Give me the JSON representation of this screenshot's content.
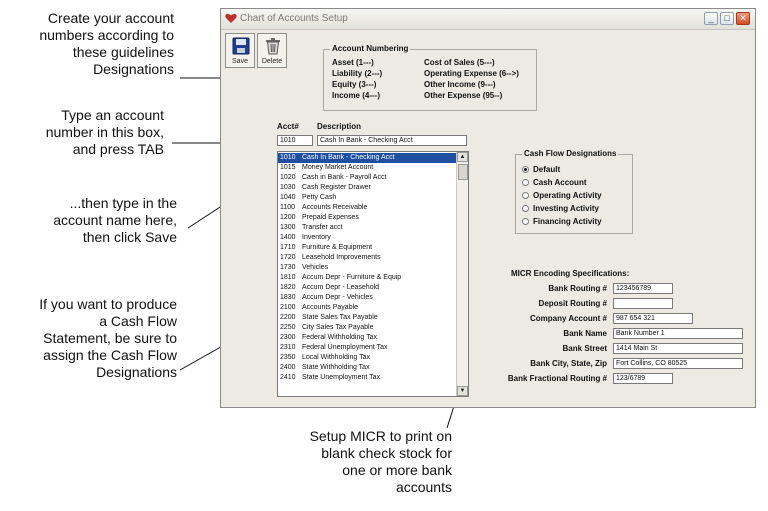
{
  "annotations": {
    "guidelines": [
      "Create your account",
      "numbers according to",
      "these guidelines",
      "Designations"
    ],
    "type_account": [
      "Type an account",
      "number in this box,",
      "and press TAB"
    ],
    "type_name": [
      "...then type in the",
      "account name here,",
      "then click Save"
    ],
    "cash_flow": [
      "If you want to produce",
      "a Cash Flow",
      "Statement, be sure to",
      "assign the Cash Flow",
      "Designations"
    ],
    "micr": [
      "Setup MICR to print on",
      "blank check stock for",
      "one or more bank",
      "accounts"
    ]
  },
  "window": {
    "title": "Chart of Accounts Setup",
    "controls": {
      "minimize": "_",
      "maximize": "□",
      "close": "✕"
    },
    "toolbar": {
      "save_label": "Save",
      "delete_label": "Delete"
    }
  },
  "account_numbering": {
    "legend": "Account Numbering",
    "left": [
      "Asset (1---)",
      "Liability (2---)",
      "Equity (3---)",
      "Income (4---)"
    ],
    "right": [
      "Cost of Sales (5---)",
      "Operating Expense (6-->)",
      "Other Income (9---)",
      "Other Expense (95--)"
    ]
  },
  "entry": {
    "acct_header": "Acct#",
    "desc_header": "Description",
    "acct_value": "1010",
    "desc_value": "Cash In Bank - Checking Acct"
  },
  "accounts": [
    {
      "code": "1010",
      "name": "Cash In Bank - Checking Acct",
      "selected": true
    },
    {
      "code": "1015",
      "name": "Money Market Account"
    },
    {
      "code": "1020",
      "name": "Cash in Bank - Payroll Acct"
    },
    {
      "code": "1030",
      "name": "Cash Register Drawer"
    },
    {
      "code": "1040",
      "name": "Petty Cash"
    },
    {
      "code": "1100",
      "name": "Accounts Receivable"
    },
    {
      "code": "1200",
      "name": "Prepaid Expenses"
    },
    {
      "code": "1300",
      "name": "Transfer acct"
    },
    {
      "code": "1400",
      "name": "Inventory"
    },
    {
      "code": "1710",
      "name": "Furniture & Equipment"
    },
    {
      "code": "1720",
      "name": "Leasehold Improvements"
    },
    {
      "code": "1730",
      "name": "Vehicles"
    },
    {
      "code": "1810",
      "name": "Accum Depr - Furniture & Equip"
    },
    {
      "code": "1820",
      "name": "Accum Depr - Leasehold"
    },
    {
      "code": "1830",
      "name": "Accum Depr - Vehicles"
    },
    {
      "code": "2100",
      "name": "Accounts Payable"
    },
    {
      "code": "2200",
      "name": "State Sales Tax Payable"
    },
    {
      "code": "2250",
      "name": "City Sales Tax Payable"
    },
    {
      "code": "2300",
      "name": "Federal Withholding Tax"
    },
    {
      "code": "2310",
      "name": "Federal Unemployment Tax"
    },
    {
      "code": "2350",
      "name": "Local Withholding Tax"
    },
    {
      "code": "2400",
      "name": "State Withholding Tax"
    },
    {
      "code": "2410",
      "name": "State Unemployment Tax"
    }
  ],
  "cash_flow": {
    "legend": "Cash Flow Designations",
    "options": [
      "Default",
      "Cash Account",
      "Operating Activity",
      "Investing Activity",
      "Financing Activity"
    ],
    "selected_index": 0
  },
  "micr": {
    "heading": "MICR Encoding Specifications:",
    "fields": [
      {
        "label": "Bank Routing #",
        "value": "123456789"
      },
      {
        "label": "Deposit Routing #",
        "value": ""
      },
      {
        "label": "Company Account #",
        "value": "987 654 321"
      },
      {
        "label": "Bank Name",
        "value": "Bank Number 1"
      },
      {
        "label": "Bank Street",
        "value": "1414 Main St"
      },
      {
        "label": "Bank City, State, Zip",
        "value": "Fort Collins, CO 80525"
      },
      {
        "label": "Bank Fractional Routing #",
        "value": "123/6789"
      }
    ]
  },
  "icons": {
    "app": "heart-icon",
    "save": "floppy-disk-icon",
    "delete": "trash-can-icon",
    "scroll_up": "triangle-up-icon",
    "scroll_down": "triangle-down-icon"
  },
  "colors": {
    "selection": "#1f4fa0",
    "window_bg": "#eceae3",
    "close_button": "#d24a26"
  }
}
